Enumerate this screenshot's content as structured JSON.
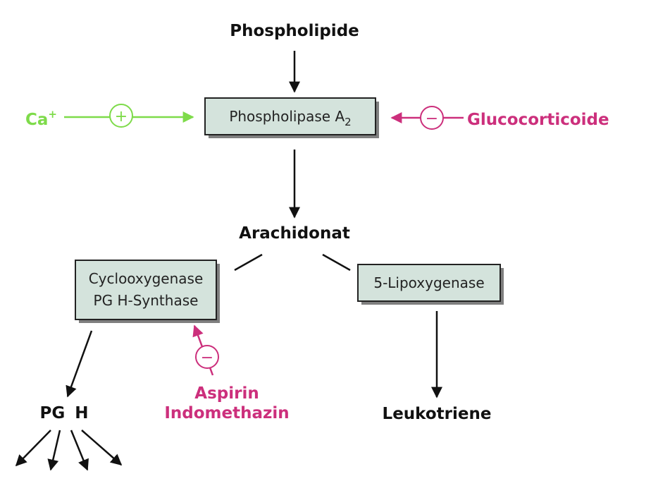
{
  "nodes": {
    "phospholipide": "Phospholipide",
    "phospholipase_main": "Phospholipase A",
    "phospholipase_sub": "2",
    "arachidonat": "Arachidonat",
    "cyclooxygenase_line1": "Cyclooxygenase",
    "cyclooxygenase_line2": "PG H-Synthase",
    "lipoxygenase": "5-Lipoxygenase",
    "pgh_pg": "PG",
    "pgh_h": "H",
    "leukotriene": "Leukotriene"
  },
  "modulators": {
    "calcium_main": "Ca",
    "calcium_sup": "+",
    "calcium_sign": "+",
    "glucocorticoide": "Glucocorticoide",
    "glucocorticoide_sign": "−",
    "aspirin": "Aspirin",
    "indomethazin": "Indomethazin",
    "nsaid_sign": "−"
  },
  "colors": {
    "activator": "#7edb4a",
    "inhibitor": "#cc2f7c",
    "box_fill": "#d4e3dc",
    "text": "#111111"
  }
}
